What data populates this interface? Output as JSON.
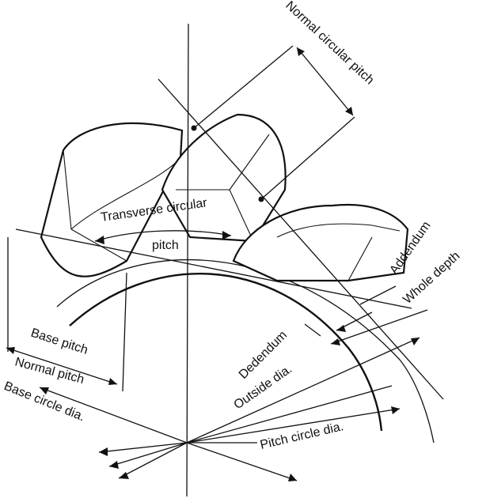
{
  "labels": {
    "normal_circular_pitch": "Normal circular pitch",
    "transverse_circular": "Transverse circular",
    "pitch": "pitch",
    "addendum": "Addendum",
    "whole_depth": "Whole depth",
    "dedendum": "Dedendum",
    "outside_dia": "Outside dia.",
    "base_pitch": "Base pitch",
    "normal_pitch": "Normal pitch",
    "base_circle_dia": "Base circle dia.",
    "pitch_circle_dia": "Pitch circle dia."
  },
  "colors": {
    "ink": "#111111",
    "background": "#ffffff"
  }
}
